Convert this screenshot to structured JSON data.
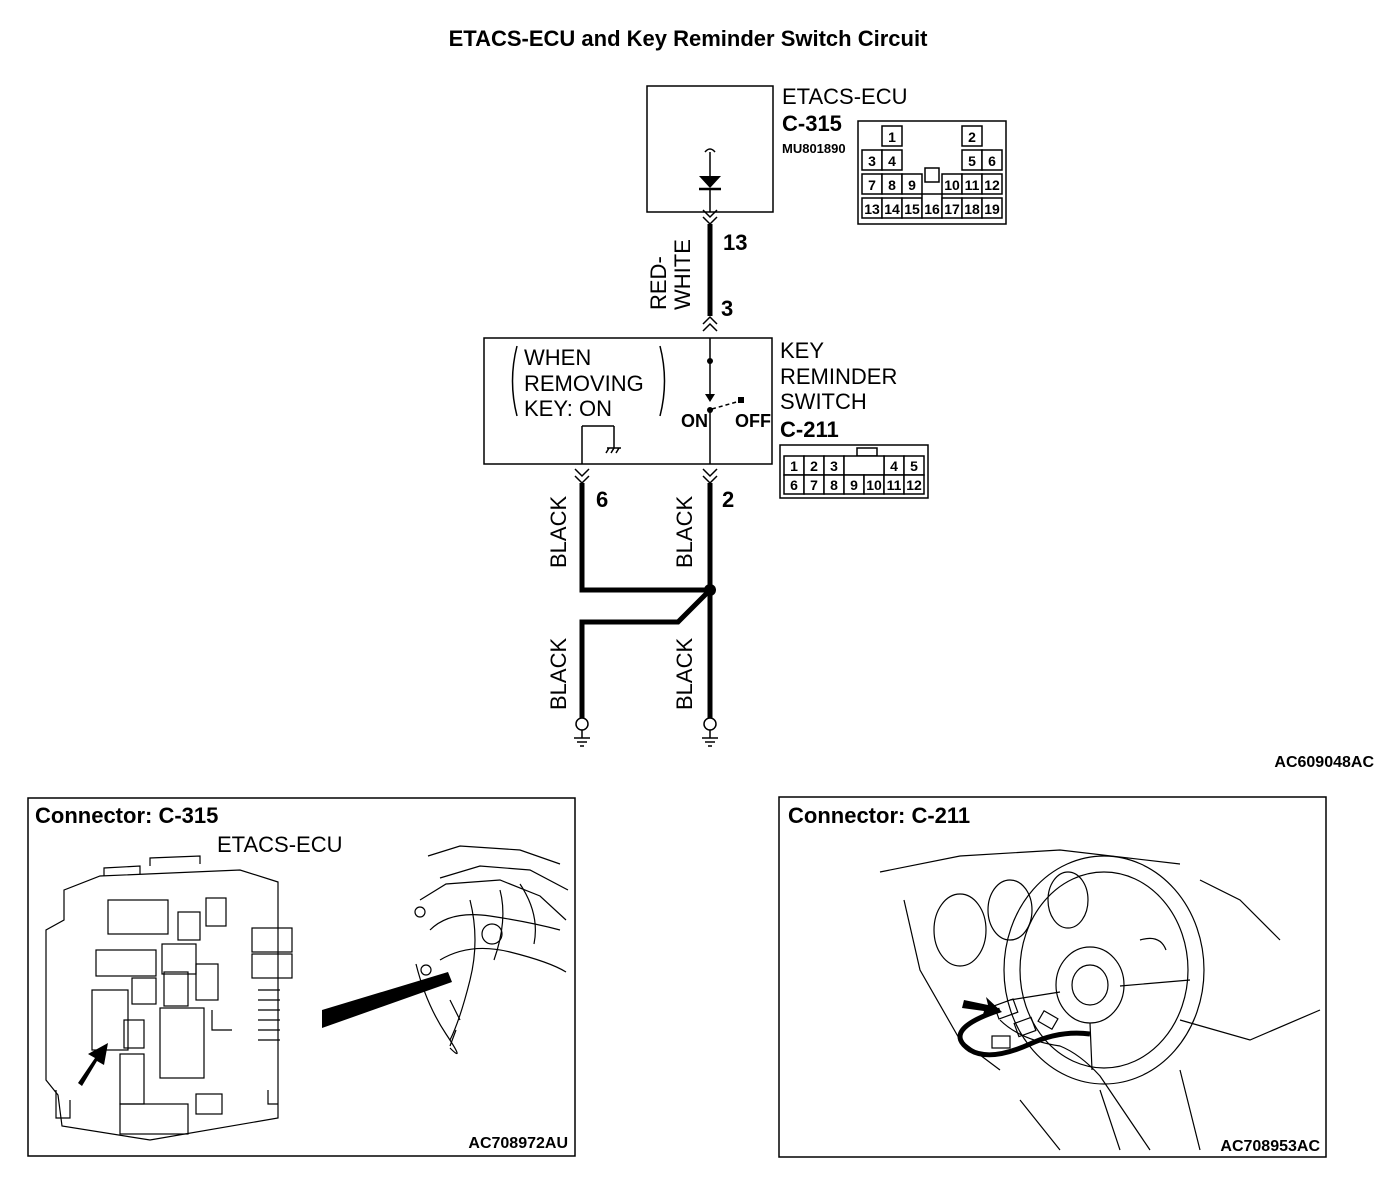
{
  "title": "ETACS-ECU and Key Reminder Switch Circuit",
  "ecu": {
    "name": "ETACS-ECU",
    "connector": "C-315",
    "part_number": "MU801890",
    "terminal": "13",
    "pins": [
      "1",
      "2",
      "3",
      "4",
      "5",
      "6",
      "7",
      "8",
      "9",
      "10",
      "11",
      "12",
      "13",
      "14",
      "15",
      "16",
      "17",
      "18",
      "19"
    ]
  },
  "wire_top": {
    "color_line1": "RED-",
    "color_line2": "WHITE"
  },
  "switch": {
    "name_line1": "KEY",
    "name_line2": "REMINDER",
    "name_line3": "SWITCH",
    "connector": "C-211",
    "terminal_in": "3",
    "terminal_out_a": "6",
    "terminal_out_b": "2",
    "note_line1": "WHEN",
    "note_line2": "REMOVING",
    "note_line3": "KEY: ON",
    "on_label": "ON",
    "off_label": "OFF",
    "pins": [
      "1",
      "2",
      "3",
      "4",
      "5",
      "6",
      "7",
      "8",
      "9",
      "10",
      "11",
      "12"
    ]
  },
  "wires_lower": {
    "left_upper": "BLACK",
    "right_upper": "BLACK",
    "left_lower": "BLACK",
    "right_lower": "BLACK"
  },
  "diagram_code": "AC609048AC",
  "panel_left": {
    "title": "Connector: C-315",
    "component": "ETACS-ECU",
    "code": "AC708972AU"
  },
  "panel_right": {
    "title": "Connector: C-211",
    "code": "AC708953AC"
  }
}
